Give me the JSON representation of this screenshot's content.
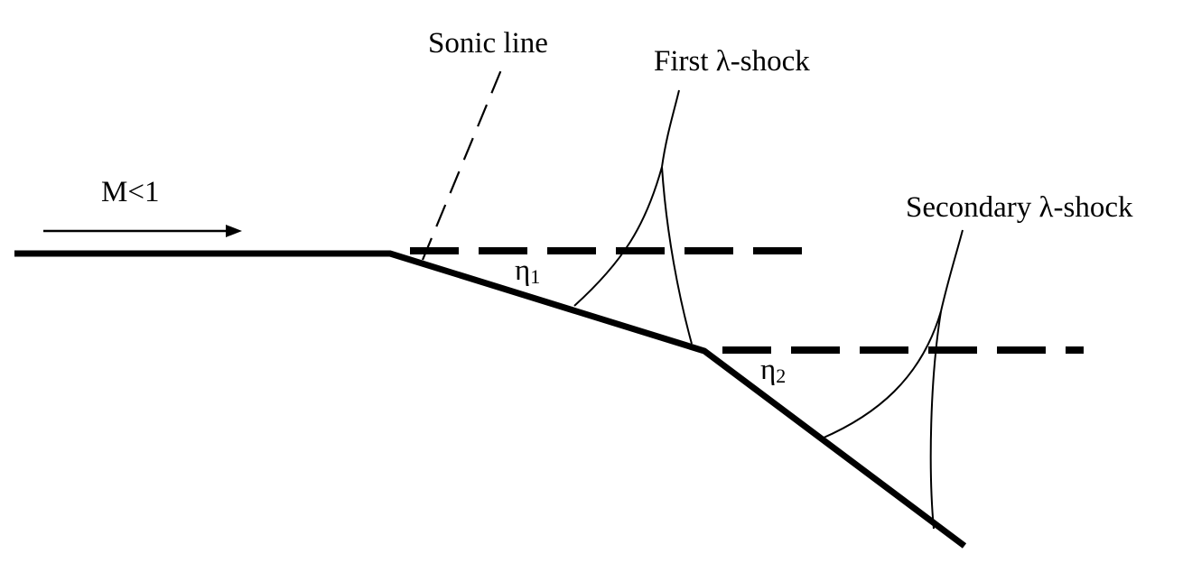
{
  "labels": {
    "mach": "M<1",
    "sonic_line": "Sonic line",
    "first_shock": "First  λ-shock",
    "secondary_shock": "Secondary  λ-shock",
    "eta1": "η",
    "eta1_sub": "1",
    "eta2": "η",
    "eta2_sub": "2"
  }
}
